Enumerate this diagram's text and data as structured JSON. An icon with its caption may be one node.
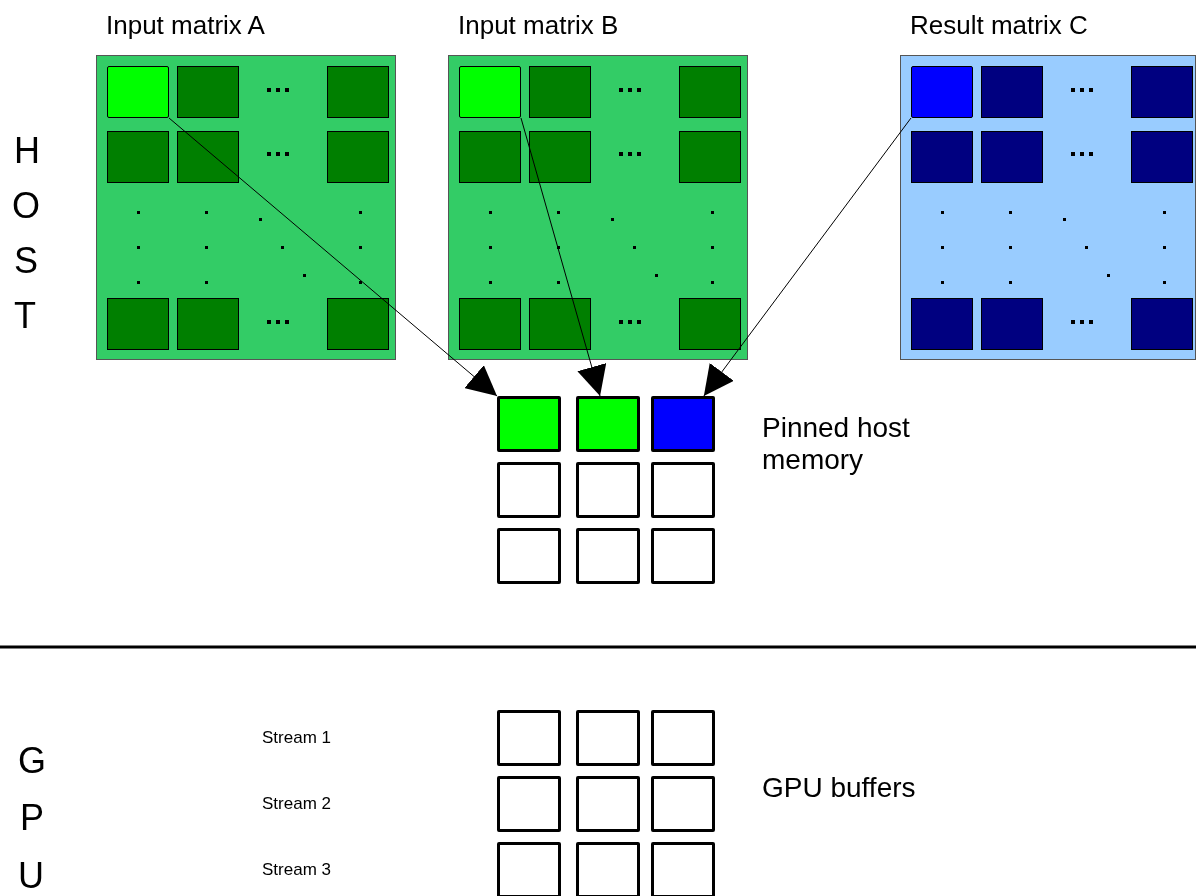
{
  "diagram": {
    "nodes": [
      {
        "text": [
          "Input matrix A"
        ]
      },
      {
        "text": [],
        "shape": "box",
        "in": 0
      },
      {
        "text": [
          "Input matrix B"
        ]
      },
      {
        "text": [],
        "shape": "box",
        "in": 2
      },
      {
        "text": [
          "Result matrix C"
        ]
      },
      {
        "text": [],
        "shape": "box",
        "in": 4
      },
      {
        "text": [],
        "shape": "box"
      },
      {
        "text": [],
        "shape": "box"
      },
      {
        "text": [],
        "shape": "box"
      },
      {
        "text": [],
        "shape": "box"
      },
      {
        "text": [],
        "shape": "box"
      },
      {
        "text": [],
        "shape": "box"
      },
      {
        "text": [],
        "shape": "box"
      },
      {
        "text": [],
        "shape": "box"
      },
      {
        "text": [],
        "shape": "box"
      },
      {
        "text": [],
        "shape": "box"
      },
      {
        "text": [],
        "shape": "box"
      },
      {
        "text": [],
        "shape": "box"
      },
      {
        "text": [],
        "shape": "box"
      },
      {
        "text": [],
        "shape": "box"
      },
      {
        "text": [],
        "shape": "box"
      },
      {
        "text": [],
        "shape": "box"
      },
      {
        "text": [],
        "shape": "box"
      },
      {
        "text": [],
        "shape": "box"
      }
    ],
    "edges": [
      {
        "from": 1,
        "to": 6,
        "arrow": "to"
      },
      {
        "from": 3,
        "to": 7,
        "arrow": "to"
      },
      {
        "from": 5,
        "to": 8,
        "arrow": "to"
      }
    ],
    "labels": [
      "H",
      "O",
      "S",
      "T",
      "Pinned host memory",
      "G",
      "P",
      "U",
      "Stream 1",
      "Stream 2",
      "Stream 3",
      "GPU buffers"
    ]
  }
}
